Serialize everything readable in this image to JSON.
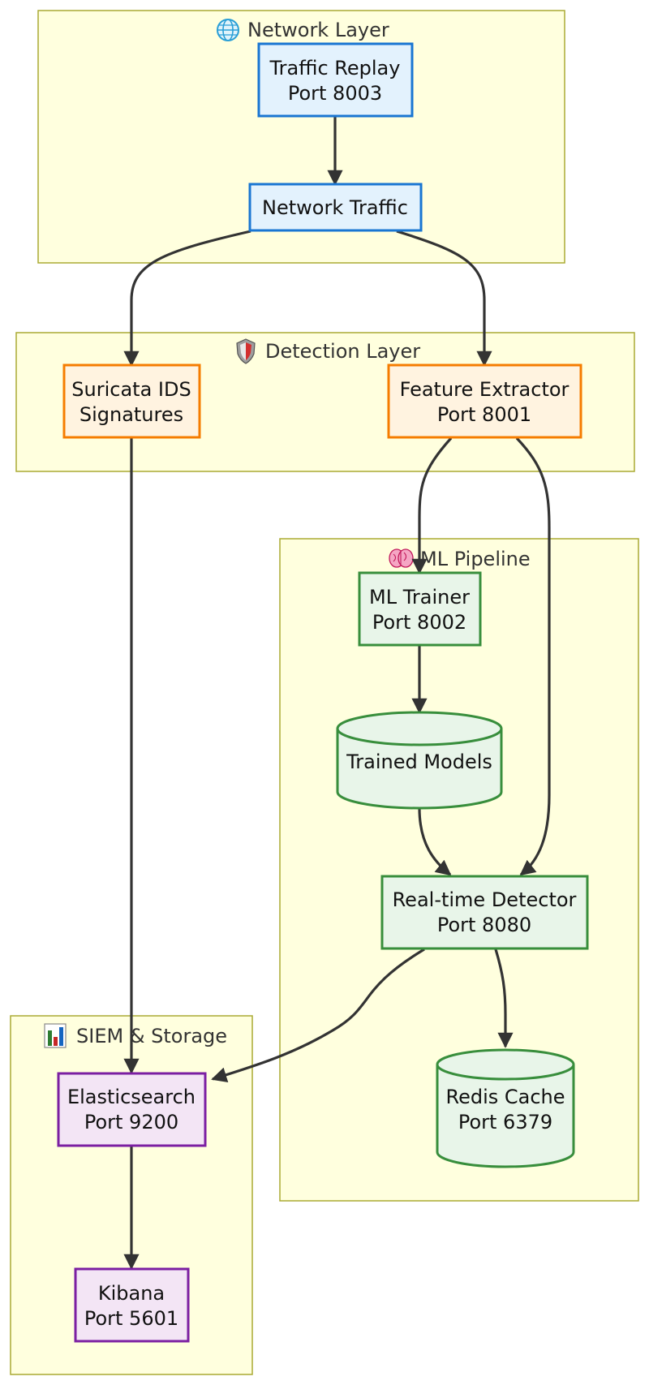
{
  "subgraphs": {
    "network": {
      "title": "Network Layer",
      "icon": "globe-icon"
    },
    "detection": {
      "title": "Detection Layer",
      "icon": "shield-icon"
    },
    "ml": {
      "title": "ML Pipeline",
      "icon": "brain-icon"
    },
    "siem": {
      "title": "SIEM & Storage",
      "icon": "bar-chart-icon"
    }
  },
  "nodes": {
    "traffic_replay": {
      "line1": "Traffic Replay",
      "line2": "Port 8003"
    },
    "network_traffic": {
      "line1": "Network Traffic"
    },
    "suricata": {
      "line1": "Suricata IDS",
      "line2": "Signatures"
    },
    "feature_extractor": {
      "line1": "Feature Extractor",
      "line2": "Port 8001"
    },
    "ml_trainer": {
      "line1": "ML Trainer",
      "line2": "Port 8002"
    },
    "trained_models": {
      "line1": "Trained Models"
    },
    "detector": {
      "line1": "Real-time Detector",
      "line2": "Port 8080"
    },
    "redis": {
      "line1": "Redis Cache",
      "line2": "Port 6379"
    },
    "elasticsearch": {
      "line1": "Elasticsearch",
      "line2": "Port 9200"
    },
    "kibana": {
      "line1": "Kibana",
      "line2": "Port 5601"
    }
  },
  "colors": {
    "network_fill": "#e3f2fd",
    "network_stroke": "#1976d2",
    "detection_fill": "#fff3e0",
    "detection_stroke": "#f57c00",
    "ml_fill": "#e8f5e9",
    "ml_stroke": "#388e3c",
    "siem_fill": "#f3e5f5",
    "siem_stroke": "#7b1fa2",
    "subgraph_fill": "#ffffde",
    "subgraph_stroke": "#aaaa33",
    "edge": "#333333"
  }
}
